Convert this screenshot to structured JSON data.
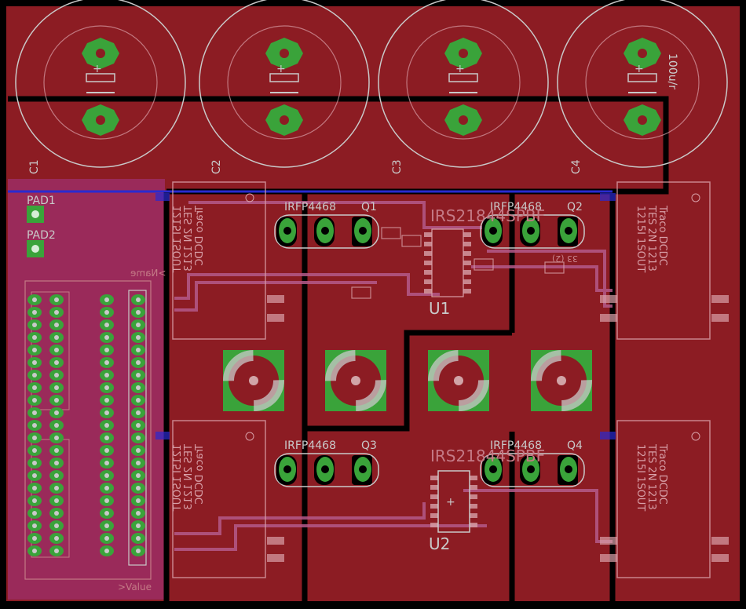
{
  "colors": {
    "background": "#000000",
    "copper_top": "#8c1c23",
    "copper_bottom": "#9a2a5a",
    "pad": "#3aa33a",
    "silkscreen": "#c9c9c9",
    "via_blue": "#2a2ad0"
  },
  "capacitors": [
    {
      "label": "C1"
    },
    {
      "label": "C2"
    },
    {
      "label": "C3"
    },
    {
      "label": "C4"
    }
  ],
  "cap_value": "100u/r",
  "pads": [
    {
      "label": "PAD1"
    },
    {
      "label": "PAD2"
    }
  ],
  "transistors": [
    {
      "part": "IRFP4468",
      "ref": "Q1"
    },
    {
      "part": "IRFP4468",
      "ref": "Q2"
    },
    {
      "part": "IRFP4468",
      "ref": "Q3"
    },
    {
      "part": "IRFP4468",
      "ref": "Q4"
    }
  ],
  "dcdc_modules": [
    {
      "line1": "Traco DCDC",
      "line2": "TES 2N 1213",
      "line3": "1215I 1SOUT"
    },
    {
      "line1": "Traco DCDC",
      "line2": "TES 2N 1213",
      "line3": "1215I 1SOUT"
    },
    {
      "line1": "Traco DCDC",
      "line2": "TES 2N 1213",
      "line3": "1215I 1SOUT"
    },
    {
      "line1": "Traco DCDC",
      "line2": "TES 2N 1213",
      "line3": "1215I 1SOUT"
    }
  ],
  "drivers": [
    {
      "ref": "U1",
      "part": "IRS21844SPBF"
    },
    {
      "ref": "U2",
      "part": "IRS21844SPBF"
    }
  ],
  "misc_labels": {
    "name": ">Name",
    "value": ">Value",
    "c_label": "33 (2)"
  }
}
